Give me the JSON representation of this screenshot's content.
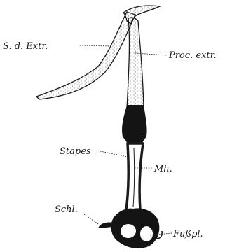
{
  "labels": {
    "sd_extr": "S. d. Extr.",
    "proc_extr": "Proc. extr.",
    "stapes": "Stapes",
    "mh": "Mh.",
    "schl": "Schl.",
    "fussplatte": "Fußpl."
  },
  "colors": {
    "ink": "#1a1a1a",
    "paper": "#ffffff"
  }
}
